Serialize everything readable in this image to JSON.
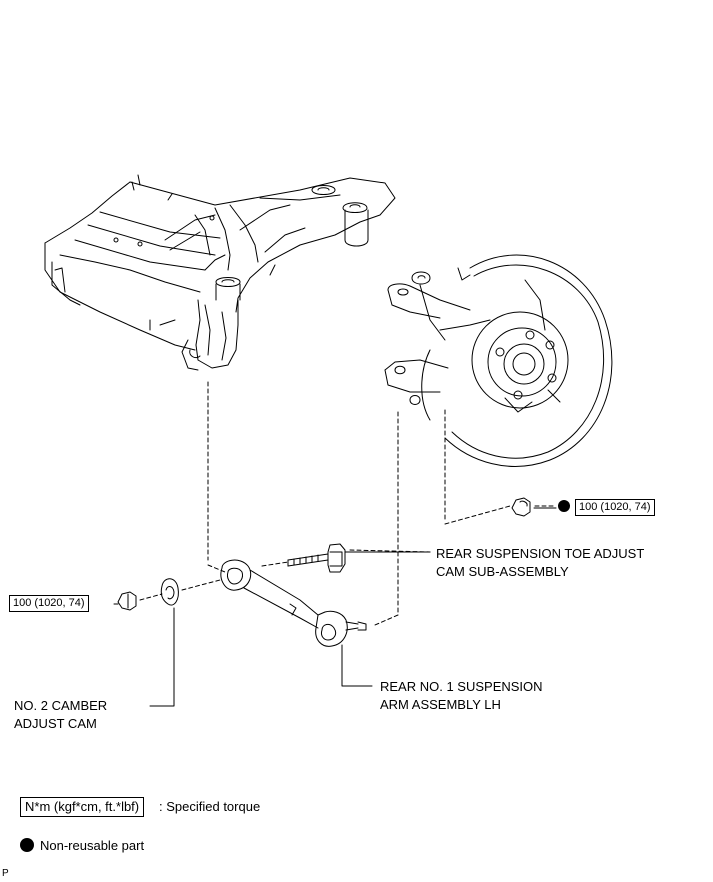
{
  "labels": {
    "toe_adjust_line1": "REAR SUSPENSION TOE ADJUST",
    "toe_adjust_line2": "CAM SUB-ASSEMBLY",
    "arm_line1": "REAR NO. 1 SUSPENSION",
    "arm_line2": "ARM ASSEMBLY LH",
    "camber_line1": "NO. 2 CAMBER",
    "camber_line2": "ADJUST CAM"
  },
  "torque": {
    "right_nut": "100 (1020, 74)",
    "left_nut": "100 (1020, 74)"
  },
  "legend": {
    "torque_unit": "N*m (kgf*cm, ft.*lbf)",
    "torque_desc": ": Specified torque",
    "non_reusable": "Non-reusable part"
  },
  "footer_mark": "P"
}
